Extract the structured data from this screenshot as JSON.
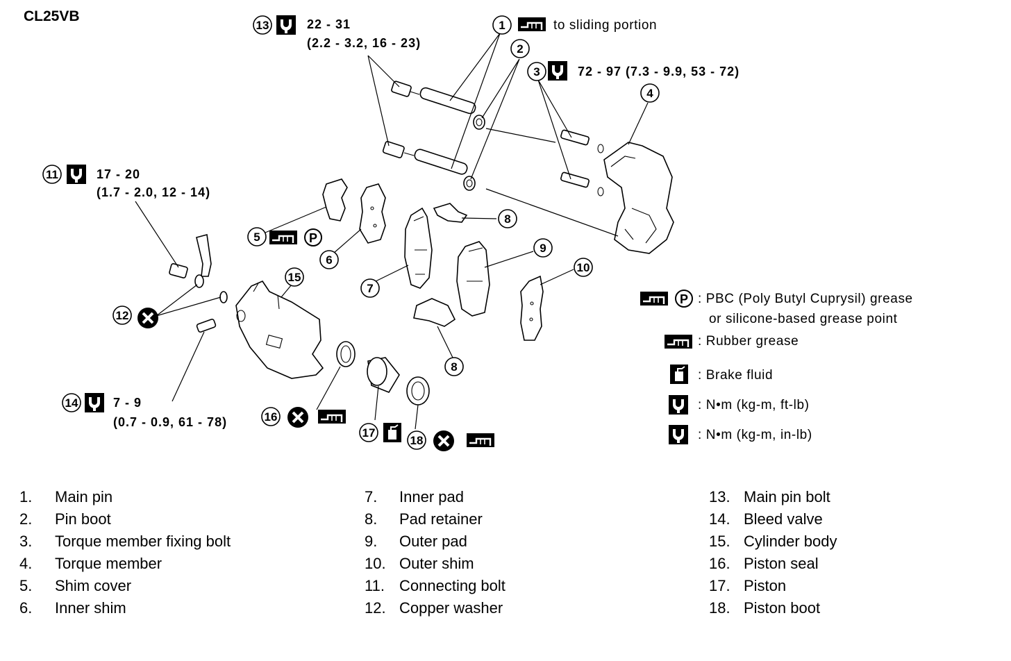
{
  "title": "CL25VB",
  "specs": {
    "s13_line1": "22 - 31",
    "s13_line2": "(2.2 - 3.2, 16 - 23)",
    "s1": "to sliding portion",
    "s3": "72 - 97 (7.3 - 9.9, 53 - 72)",
    "s11_line1": "17 - 20",
    "s11_line2": "(1.7 - 2.0, 12 - 14)",
    "s14_line1": "7 - 9",
    "s14_line2": "(0.7 - 0.9, 61 - 78)"
  },
  "legend": {
    "pbc_line1": ": PBC (Poly Butyl Cuprysil) grease",
    "pbc_line2": "or silicone-based grease point",
    "rubber": ": Rubber grease",
    "brake": ": Brake fluid",
    "nm_ft": ": N•m (kg-m, ft-lb)",
    "nm_in": ": N•m (kg-m, in-lb)"
  },
  "callouts": [
    "1",
    "2",
    "3",
    "4",
    "5",
    "6",
    "7",
    "8",
    "9",
    "10",
    "11",
    "12",
    "13",
    "14",
    "15",
    "16",
    "17",
    "18"
  ],
  "parts": [
    {
      "n": "1.",
      "label": "Main pin"
    },
    {
      "n": "2.",
      "label": "Pin boot"
    },
    {
      "n": "3.",
      "label": "Torque member fixing bolt"
    },
    {
      "n": "4.",
      "label": "Torque member"
    },
    {
      "n": "5.",
      "label": "Shim cover"
    },
    {
      "n": "6.",
      "label": "Inner shim"
    },
    {
      "n": "7.",
      "label": "Inner pad"
    },
    {
      "n": "8.",
      "label": "Pad retainer"
    },
    {
      "n": "9.",
      "label": "Outer pad"
    },
    {
      "n": "10.",
      "label": "Outer shim"
    },
    {
      "n": "11.",
      "label": "Connecting bolt"
    },
    {
      "n": "12.",
      "label": "Copper washer"
    },
    {
      "n": "13.",
      "label": "Main pin bolt"
    },
    {
      "n": "14.",
      "label": "Bleed valve"
    },
    {
      "n": "15.",
      "label": "Cylinder body"
    },
    {
      "n": "16.",
      "label": "Piston seal"
    },
    {
      "n": "17.",
      "label": "Piston"
    },
    {
      "n": "18.",
      "label": "Piston boot"
    }
  ],
  "grease_letter": "P",
  "colors": {
    "ink": "#000000",
    "paper": "#ffffff"
  }
}
